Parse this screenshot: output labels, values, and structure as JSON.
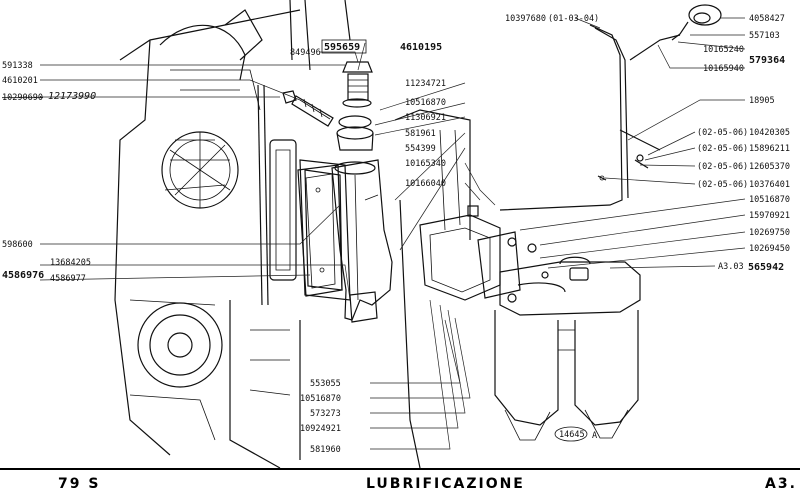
{
  "labels": {
    "p591338": "591338",
    "p4610201": "4610201",
    "p10290690": "10290690",
    "p12173990": "12173990",
    "p849496": "849496",
    "p595659": "595659",
    "p4610195": "4610195",
    "p11234721": "11234721",
    "p10516870a": "10516870",
    "p11306921": "11306921",
    "p581961": "581961",
    "p554399": "554399",
    "p10165340": "10165340",
    "p10166040": "10166040",
    "p598600": "598600",
    "p13684205": "13684205",
    "p4586977": "4586977",
    "p4586976": "4586976",
    "p553055": "553055",
    "p10516870b": "10516870",
    "p573273": "573273",
    "p10924921": "10924921",
    "p581960": "581960",
    "p10397680": "10397680",
    "p10397680_note": "(01-03-04)",
    "p4058427": "4058427",
    "p557103": "557103",
    "p10165240": "10165240",
    "p579364": "579364",
    "p10165940": "10165940",
    "p18905": "18905",
    "n1": "(02-05-06)",
    "p10420305": "10420305",
    "n2": "(02-05-06)",
    "p15896211": "15896211",
    "n3": "(02-05-06)",
    "p12605370": "12605370",
    "n4": "(02-05-06)",
    "p10376401": "10376401",
    "p10516870c": "10516870",
    "p15970921": "15970921",
    "p10269750": "10269750",
    "p10269450": "10269450",
    "ref_a303": "A3.03",
    "p565942": "565942",
    "drawing_no": "14645",
    "drawing_suffix": "A"
  },
  "footer": {
    "left": "79 S",
    "center": "LUBRIFICAZIONE",
    "right": "A3."
  }
}
